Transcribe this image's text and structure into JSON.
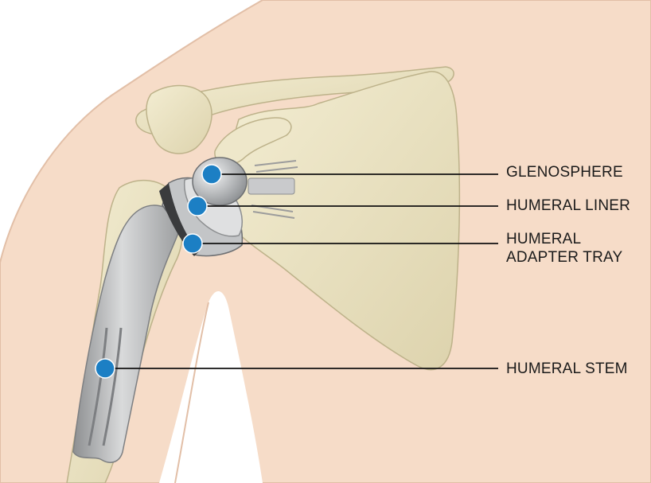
{
  "colors": {
    "skin": "#f6dcc8",
    "bone": "#ece4c4",
    "implant_metal": "#b9bbbd",
    "callout_dot": "#1c7fc4",
    "leader_line": "#111111"
  },
  "callouts": {
    "glenosphere": {
      "label": "GLENOSPHERE"
    },
    "humeral_liner": {
      "label": "HUMERAL LINER"
    },
    "humeral_adapter_tray": {
      "line1": "HUMERAL",
      "line2": "ADAPTER TRAY"
    },
    "humeral_stem": {
      "label": "HUMERAL STEM"
    }
  }
}
